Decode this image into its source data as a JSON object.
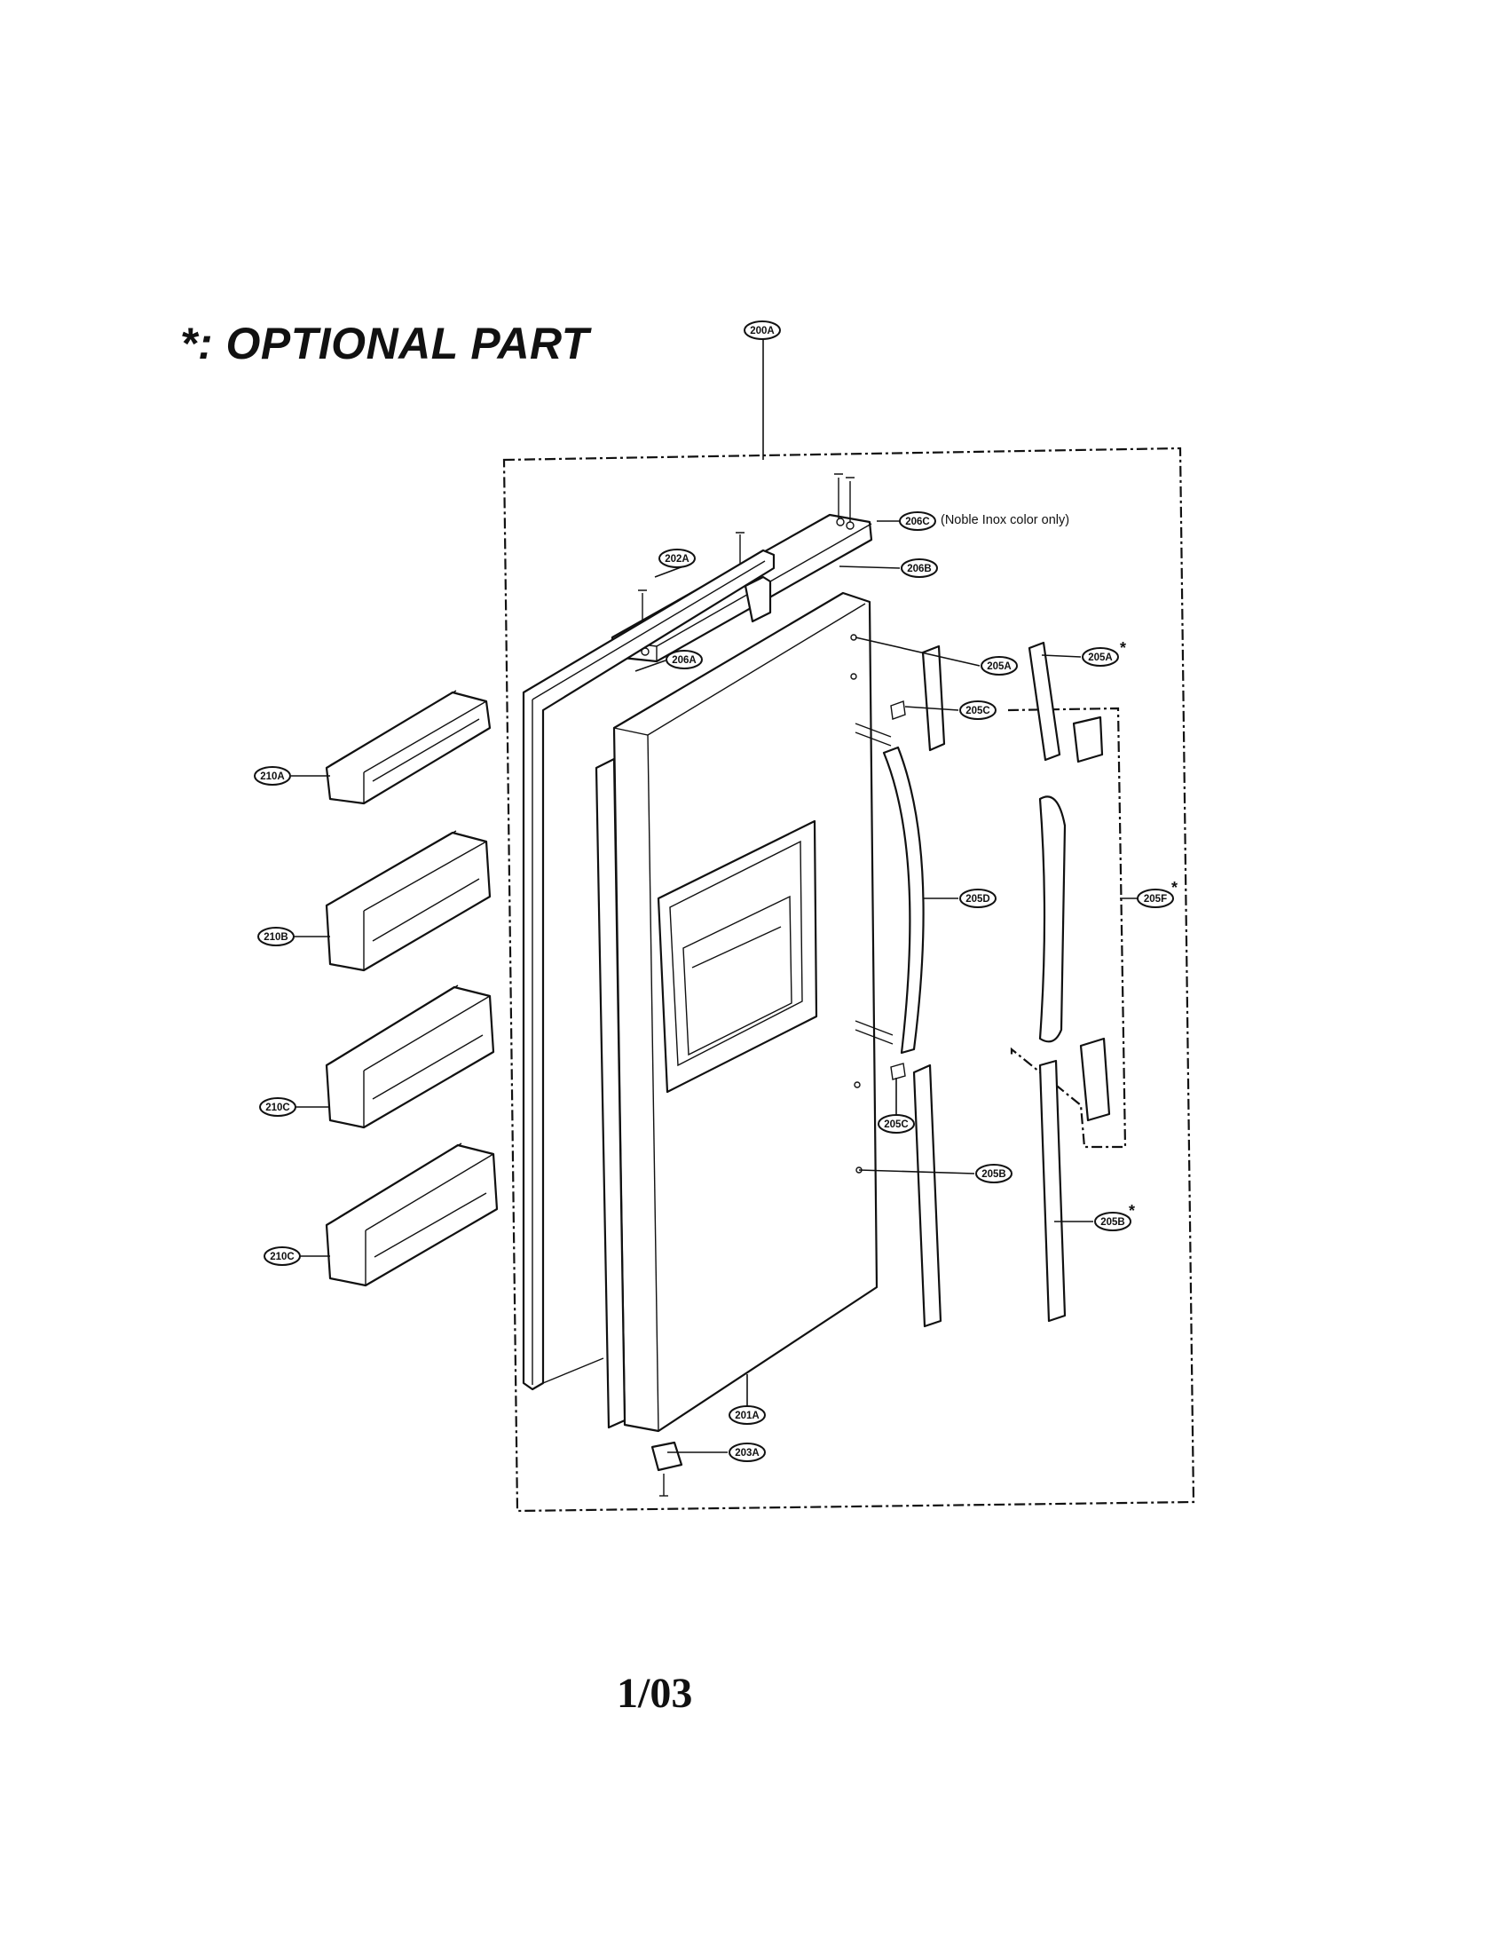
{
  "heading": "*: OPTIONAL PART",
  "page_number": "1/03",
  "callouts": {
    "c200A": "200A",
    "c202A": "202A",
    "c206C": "206C",
    "c206B": "206B",
    "c206A": "206A",
    "c205A": "205A",
    "c205A_opt": "205A",
    "c205C_top": "205C",
    "c205D": "205D",
    "c205F_opt": "205F",
    "c205C_bot": "205C",
    "c205B": "205B",
    "c205B_opt": "205B",
    "c201A": "201A",
    "c203A": "203A",
    "c210A": "210A",
    "c210B": "210B",
    "c210C_1": "210C",
    "c210C_2": "210C"
  },
  "optional_marker": "*",
  "note_206C": "(Noble Inox color only)"
}
